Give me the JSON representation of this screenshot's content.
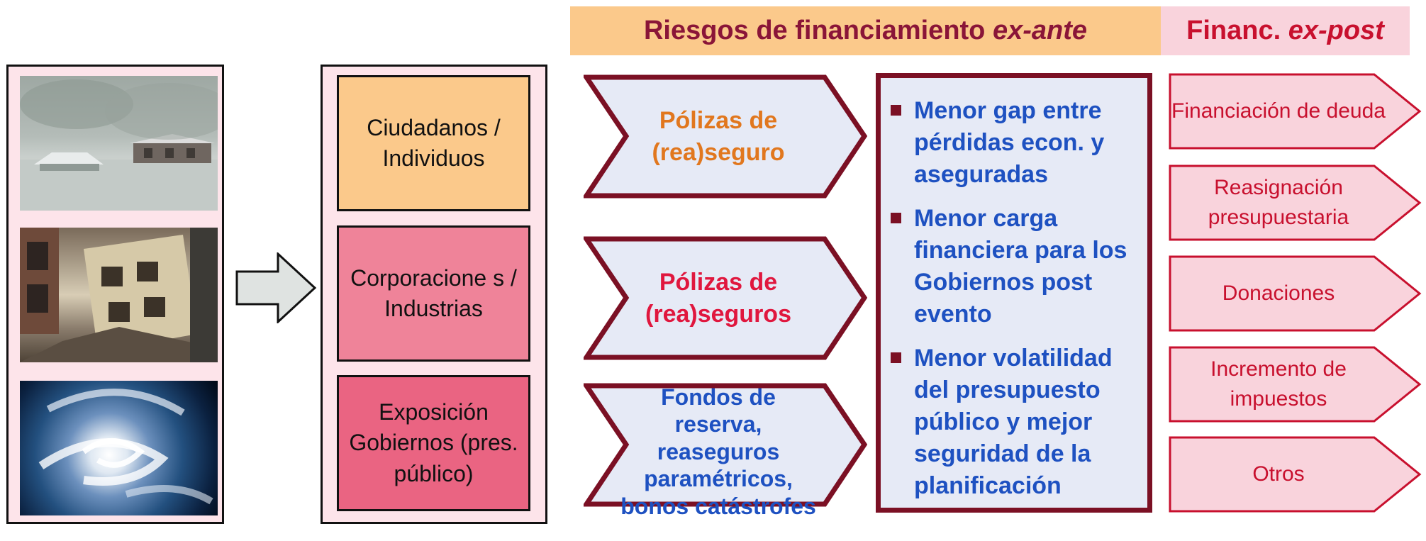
{
  "headers": {
    "ex_ante": {
      "text": "Riesgos de financiamiento ",
      "italic": "ex-ante"
    },
    "ex_post": {
      "text": "Financ. ",
      "italic": "ex-post"
    }
  },
  "photos": [
    "flood-photo",
    "earthquake-building-photo",
    "hurricane-satellite-photo"
  ],
  "categories": [
    "Ciudadanos / Individuos",
    "Corporacione s / Industrias",
    "Exposición Gobiernos (pres. público)"
  ],
  "chevrons": [
    {
      "label": "Pólizas de (rea)seguro",
      "color": "#e1771e"
    },
    {
      "label": "Pólizas de (rea)seguros",
      "color": "#e0173e"
    },
    {
      "label": "Fondos de reserva, reaseguros paramétricos, bonos catástrofes",
      "color": "#1e51c1"
    }
  ],
  "benefits": [
    "Menor gap entre pérdidas econ. y aseguradas",
    "Menor carga financiera para los Gobiernos post evento",
    "Menor volatilidad del presupuesto público y mejor seguridad de la planificación"
  ],
  "ex_post_items": [
    "Financiación de deuda",
    "Reasignación presupuestaria",
    "Donaciones",
    "Incremento de impuestos",
    "Otros"
  ],
  "colors": {
    "header_ante_bg": "#fbc98b",
    "header_post_bg": "#f9d3dc",
    "dark_red": "#7b1024",
    "blue_text": "#1e51c1",
    "chevron_fill": "#e6eaf6",
    "post_fill": "#f9d3dc"
  }
}
